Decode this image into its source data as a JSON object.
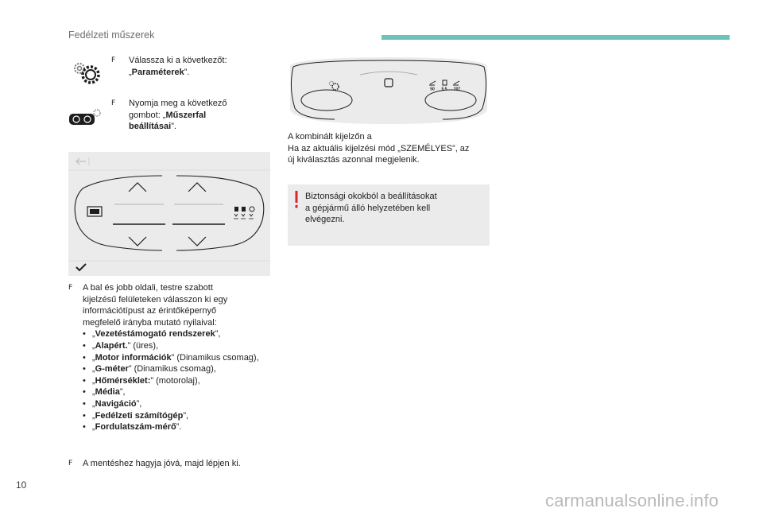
{
  "header": {
    "section_title": "Fedélzeti műszerek"
  },
  "page_number": "10",
  "steps": {
    "step1_prefix": "Válassza ki a következőt: „",
    "step1_bold": "Paraméterek",
    "step1_suffix": "”.",
    "step2_line1": "Nyomja meg a következő",
    "step2_line2_prefix": "gombot: „",
    "step2_bold_a": "Műszerfal",
    "step2_bold_b": "beállításai",
    "step2_suffix": "”."
  },
  "instruction": {
    "line1": "A bal és jobb oldali, testre szabott",
    "line2": "kijelzésű felületeken válasszon ki egy",
    "line3": "információtípust az érintőképernyő",
    "line4": "megfelelő irányba mutató nyilaival:",
    "options": [
      {
        "bold": "Vezetéstámogató rendszerek",
        "rest": "”,"
      },
      {
        "bold": "Alapért.",
        "rest": "” (üres),"
      },
      {
        "bold": "Motor információk",
        "rest": "” (Dinamikus csomag),"
      },
      {
        "bold": "G-méter",
        "rest": "” (Dinamikus csomag),"
      },
      {
        "bold": "Hőmérséklet:",
        "rest": "” (motorolaj),"
      },
      {
        "bold": "Média",
        "rest": "”,"
      },
      {
        "bold": "Navigáció",
        "rest": "”,"
      },
      {
        "bold": "Fedélzeti számítógép",
        "rest": "”,"
      },
      {
        "bold": "Fordulatszám-mérő",
        "rest": "”."
      }
    ],
    "open_quote": "„",
    "save_text": "A mentéshez hagyja jóvá, majd lépjen ki."
  },
  "right": {
    "caption_line1": "A kombinált kijelzőn a",
    "caption_line2": "Ha az aktuális kijelzési mód „SZEMÉLYES”, az",
    "caption_line3": "új kiválasztás azonnal megjelenik.",
    "warning_line1": "Biztonsági okokból a beállításokat",
    "warning_line2": "a gépjármű álló helyzetében kell",
    "warning_line3": "elvégezni.",
    "cluster_values": [
      "50",
      "5.5",
      "207"
    ]
  },
  "bullet_glyph": "F",
  "colors": {
    "accent_bar": "#6cc3b8",
    "warning_red": "#e0202a",
    "panel_bg": "#ebebeb"
  },
  "watermark": "carmanualsonline.info"
}
